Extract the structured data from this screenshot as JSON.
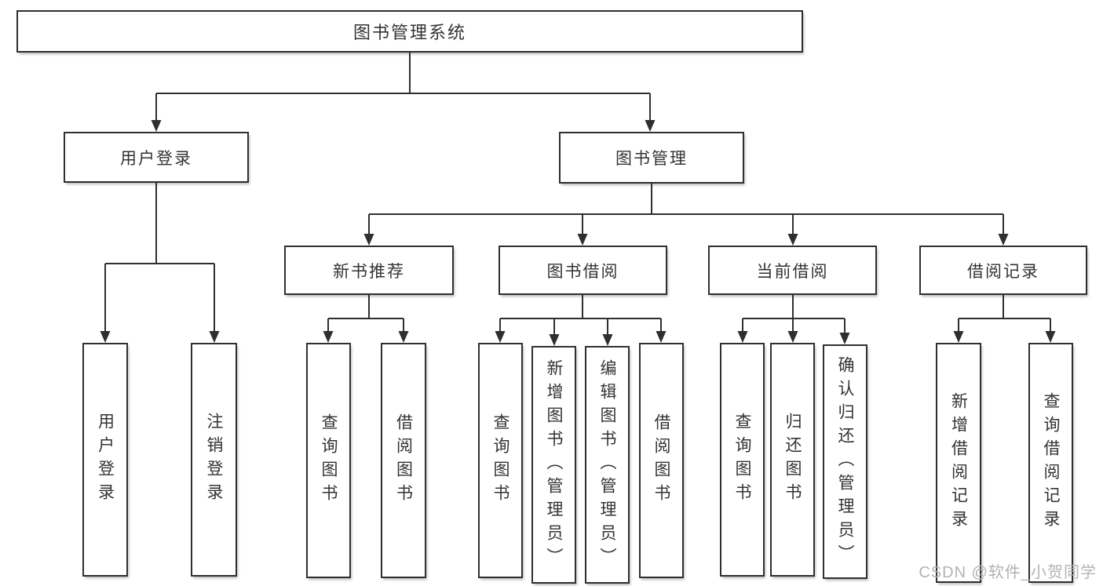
{
  "diagram": {
    "tree": {
      "label": "图书管理系统",
      "children": [
        {
          "label": "用户登录",
          "children": [
            {
              "label": "用户登录"
            },
            {
              "label": "注销登录"
            }
          ]
        },
        {
          "label": "图书管理",
          "children": [
            {
              "label": "新书推荐",
              "children": [
                {
                  "label": "查询图书"
                },
                {
                  "label": "借阅图书"
                }
              ]
            },
            {
              "label": "图书借阅",
              "children": [
                {
                  "label": "查询图书"
                },
                {
                  "label": "新增图书（管理员）"
                },
                {
                  "label": "编辑图书（管理员）"
                },
                {
                  "label": "借阅图书"
                }
              ]
            },
            {
              "label": "当前借阅",
              "children": [
                {
                  "label": "查询图书"
                },
                {
                  "label": "归还图书"
                },
                {
                  "label": "确认归还（管理员）"
                }
              ]
            },
            {
              "label": "借阅记录",
              "children": [
                {
                  "label": "新增借阅记录"
                },
                {
                  "label": "查询借阅记录"
                }
              ]
            }
          ]
        }
      ]
    },
    "colors": {
      "line": "#2f2f2f",
      "text": "#333333",
      "background": "#ffffff",
      "watermark": "#b3b3b3"
    }
  },
  "watermark": {
    "text": "CSDN @软件_小贺同学"
  }
}
